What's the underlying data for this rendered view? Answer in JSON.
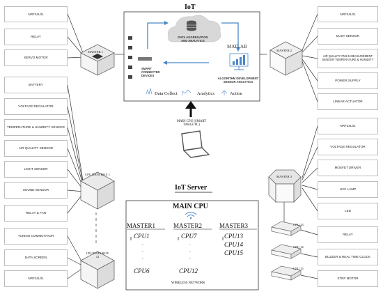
{
  "left_boxes": [
    "NRF24L01",
    "RELAY",
    "SERVO MOTOR",
    "BATTERY",
    "VOLTAGE REGULATOR",
    "TEMPERATURE & HUMIDITY SENSOR",
    "AIR QUALITY SENSOR",
    "LIGHT SENSOR",
    "SOUND SENSOR",
    "RELAY & FAN",
    "TUNING COMMUTATOR",
    "DATA SCREEN",
    "NRF24L01"
  ],
  "right_top_boxes": [
    "NRF24L01",
    "DUST SENSOR",
    "AIR QUALITY PM2.5 MEASUREMENT SENSOR TEMPERATURE & HUMIDITY",
    "POWER SUPPLY",
    "LINEAR ACTUATOR"
  ],
  "right_bottom_boxes": [
    "NRF24L01",
    "VOLTAGE REGULATOR",
    "MOSFET DRIVER",
    "UVC LAMP",
    "LED",
    "RELAY",
    "BUZZER & REAL TIME CLOCK",
    "STEP MOTOR"
  ],
  "masters": {
    "m1": "MASTER 1",
    "m2": "MASTER 2",
    "m3": "MASTER 3"
  },
  "cpu_boxes": {
    "box1": "CPU DATA BOX 1",
    "box12": "CPU DATA BOX 12"
  },
  "cpu_small": {
    "c13": "CPU 13",
    "c14": "CPU 14",
    "c15": "CPU 15"
  },
  "iot": {
    "title": "IoT",
    "cloud": "DATA AGGREGATION AND ANALYTICS",
    "devices": "SMART CONNECTED DEVICES",
    "matlab": "MATLAB",
    "algo": "ALGORITHM DEVELOPMENT SENSOR ANALYTICS",
    "data_collect": "Data Collect",
    "analytics": "Analytics",
    "action": "Action"
  },
  "main_cpu_label": "MAIN CPU (SMART TABLE PC)",
  "iot_server": "IoT Server",
  "main_cpu": {
    "title": "MAIN CPU",
    "m1": "MASTER1",
    "m2": "MASTER2",
    "m3": "MASTER3",
    "m1_cpus": [
      "CPU1",
      ".",
      ".",
      ".",
      "CPU6"
    ],
    "m2_cpus": [
      "CPU7",
      ".",
      ".",
      ".",
      "CPU12"
    ],
    "m3_cpus": [
      "CPU13",
      "CPU14",
      "CPU15"
    ],
    "network": "WIRELESS NETWORK"
  },
  "colors": {
    "arrow_blue": "#4a86c8",
    "line": "#222222",
    "box_border": "#bdbdbd"
  }
}
